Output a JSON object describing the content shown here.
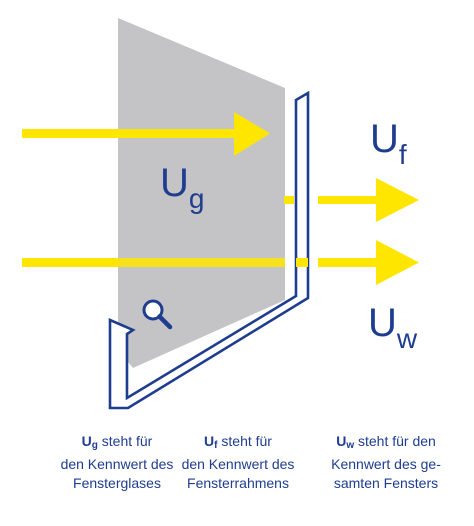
{
  "colors": {
    "glass": "#c4c4c6",
    "frame": "#1f3d8f",
    "arrow": "#ffe600",
    "text": "#1f3d8f"
  },
  "icons": [
    "magnifier-icon"
  ],
  "labels": {
    "ug": {
      "main": "U",
      "sub": "g"
    },
    "uf": {
      "main": "U",
      "sub": "f"
    },
    "uw": {
      "main": "U",
      "sub": "w"
    }
  },
  "captions": [
    {
      "main": "U",
      "sub": "g",
      "line1_rest": " steht für",
      "line2": "den Kennwert des",
      "line3": "Fensterglases"
    },
    {
      "main": "U",
      "sub": "f",
      "line1_rest": " steht für",
      "line2": "den Kennwert des",
      "line3": "Fensterrahmens"
    },
    {
      "main": "U",
      "sub": "w",
      "line1_rest": " steht für den",
      "line2": "Kennwert des ge-",
      "line3": "samten Fensters"
    }
  ]
}
